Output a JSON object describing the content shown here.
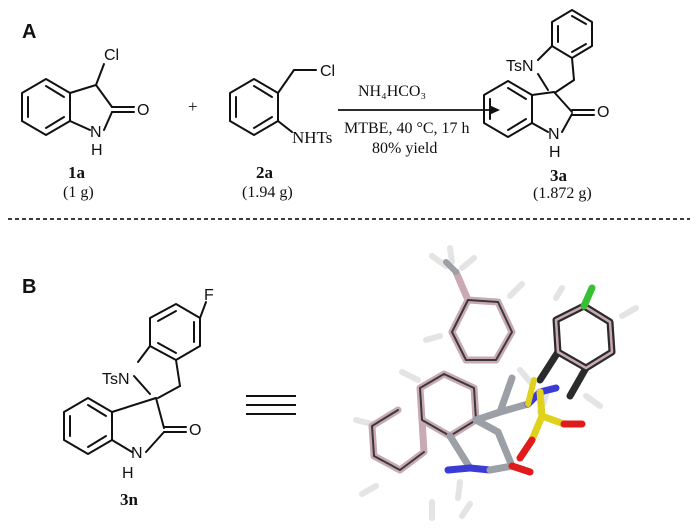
{
  "panels": {
    "a": "A",
    "b": "B"
  },
  "reaction": {
    "reactant1": {
      "label": "1a",
      "mass": "(1 g)",
      "cl": "Cl",
      "o": "O",
      "n": "N",
      "h": "H"
    },
    "plus": "+",
    "reactant2": {
      "label": "2a",
      "mass": "(1.94 g)",
      "cl": "Cl",
      "nhts": "NHTs"
    },
    "conditions": {
      "reagent": "NH₄HCO₃",
      "solvent": "MTBE, 40 °C, 17 h",
      "yield": "80% yield"
    },
    "product": {
      "label": "3a",
      "mass": "(1.872 g)",
      "tsn": "TsN",
      "o": "O",
      "n": "N",
      "h": "H"
    }
  },
  "panel_b": {
    "compound": {
      "label": "3n",
      "f": "F",
      "tsn": "TsN",
      "o": "O",
      "n": "N",
      "h": "H"
    },
    "equivalence": "≡",
    "crystal": {
      "description_icon": "x-ray-crystal-structure-stick-model"
    }
  },
  "colors": {
    "carbon": "#9aa0a6",
    "carbon_dark": "#2b2b2b",
    "hydrogen": "#e9e9e9",
    "nitrogen": "#3b3bd6",
    "oxygen": "#e11b1b",
    "sulfur": "#e0d21a",
    "fluorine": "#38c033",
    "pink": "#c9a9b4"
  }
}
